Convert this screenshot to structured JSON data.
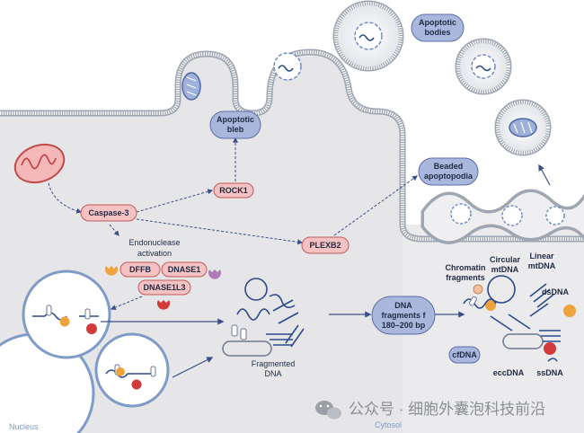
{
  "labels": {
    "apoptotic_bleb": [
      "Apoptotic",
      "bleb"
    ],
    "apoptotic_bodies": [
      "Apoptotic",
      "bodies"
    ],
    "beaded_apoptopodia": [
      "Beaded",
      "apoptopodia"
    ],
    "rock1": "ROCK1",
    "caspase3": "Caspase-3",
    "plexb2": "PLEXB2",
    "endonuclease_activation": [
      "Endonuclease",
      "activation"
    ],
    "dffb": "DFFB",
    "dnase1": "DNASE1",
    "dnase1l3": "DNASE1L3",
    "fragmented_dna": [
      "Fragmented",
      "DNA"
    ],
    "dna_fragments": [
      "DNA",
      "fragments f",
      "180–200 bp"
    ],
    "chromatin_fragments": [
      "Chromatin",
      "fragments"
    ],
    "circular_mtdna": [
      "Circular",
      "mtDNA"
    ],
    "linear_mtdna": [
      "Linear",
      "mtDNA"
    ],
    "dsdna": "dsDNA",
    "cfdna": "cfDNA",
    "eccdna": "eccDNA",
    "ssdna": "ssDNA",
    "nucleus": "Nucleus",
    "cytosol": "Cytosol"
  },
  "watermark": "公众号 · 细胞外囊泡科技前沿",
  "colors": {
    "cytosol": "#e6e6e8",
    "membrane": "#9ea6b2",
    "pill_red": "#f4c2c2",
    "pill_blue": "#a9b7dc",
    "arrow": "#3a4f8a",
    "dna": "#2a4a8c",
    "nucleus_outline": "#7f9cc8",
    "enzyme_orange": "#f0a33c",
    "enzyme_red": "#d23a3a",
    "enzyme_purple": "#b07ab8"
  }
}
